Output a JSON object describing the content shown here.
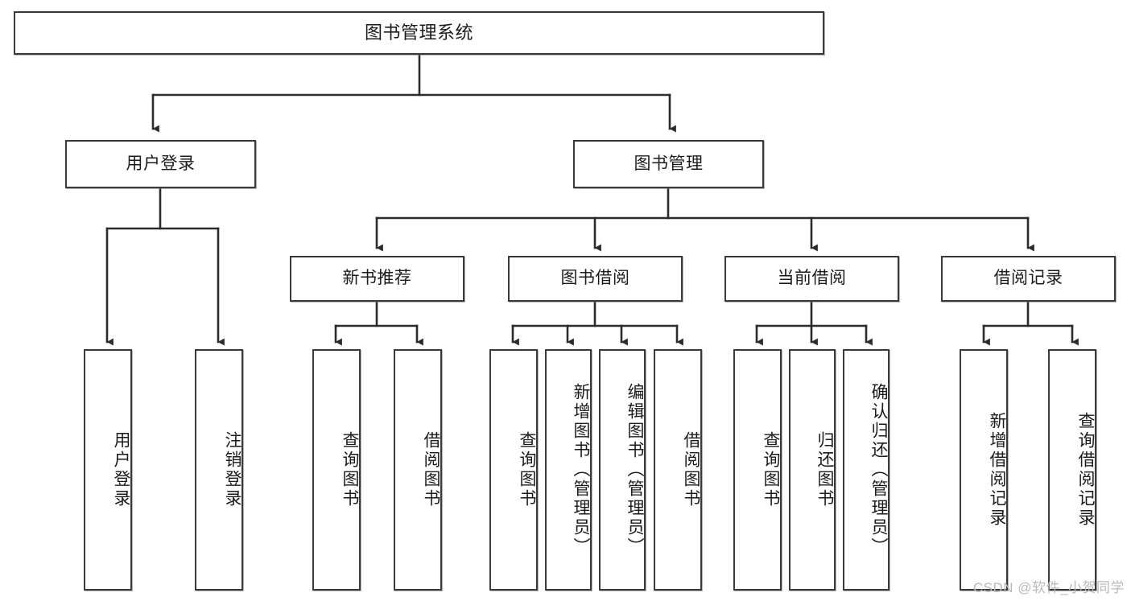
{
  "diagram": {
    "title": "图书管理系统",
    "type": "tree",
    "watermark": "CSDN @软件_小贺同学",
    "colors": {
      "box_border": "#3a3a3a",
      "box_fill": "#ffffff",
      "connector": "#2b2b2b",
      "text": "#1b1b1b",
      "watermark": "#b9b9b9",
      "background": "#ffffff"
    },
    "nodes": {
      "root": {
        "label": "图书管理系统"
      },
      "level2": [
        {
          "id": "user-login",
          "label": "用户登录"
        },
        {
          "id": "book-manage",
          "label": "图书管理"
        }
      ],
      "level3": [
        {
          "id": "new-book-recommend",
          "label": "新书推荐"
        },
        {
          "id": "book-borrow",
          "label": "图书借阅"
        },
        {
          "id": "current-borrow",
          "label": "当前借阅"
        },
        {
          "id": "borrow-record",
          "label": "借阅记录"
        }
      ],
      "leaves": {
        "user_login": [
          {
            "id": "leaf-user-login",
            "label": "用户登录"
          },
          {
            "id": "leaf-logout-login",
            "label": "注销登录"
          }
        ],
        "new_book_recommend": [
          {
            "id": "leaf-query-book-1",
            "label": "查询图书"
          },
          {
            "id": "leaf-borrow-book-1",
            "label": "借阅图书"
          }
        ],
        "book_borrow": [
          {
            "id": "leaf-query-book-2",
            "label": "查询图书"
          },
          {
            "id": "leaf-add-book",
            "label": "新增图书（管理员）"
          },
          {
            "id": "leaf-edit-book",
            "label": "编辑图书（管理员）"
          },
          {
            "id": "leaf-borrow-book-2",
            "label": "借阅图书"
          }
        ],
        "current_borrow": [
          {
            "id": "leaf-query-book-3",
            "label": "查询图书"
          },
          {
            "id": "leaf-return-book",
            "label": "归还图书"
          },
          {
            "id": "leaf-confirm-return",
            "label": "确认归还（管理员）"
          }
        ],
        "borrow_record": [
          {
            "id": "leaf-add-record",
            "label": "新增借阅记录"
          },
          {
            "id": "leaf-query-record",
            "label": "查询借阅记录"
          }
        ]
      }
    }
  }
}
